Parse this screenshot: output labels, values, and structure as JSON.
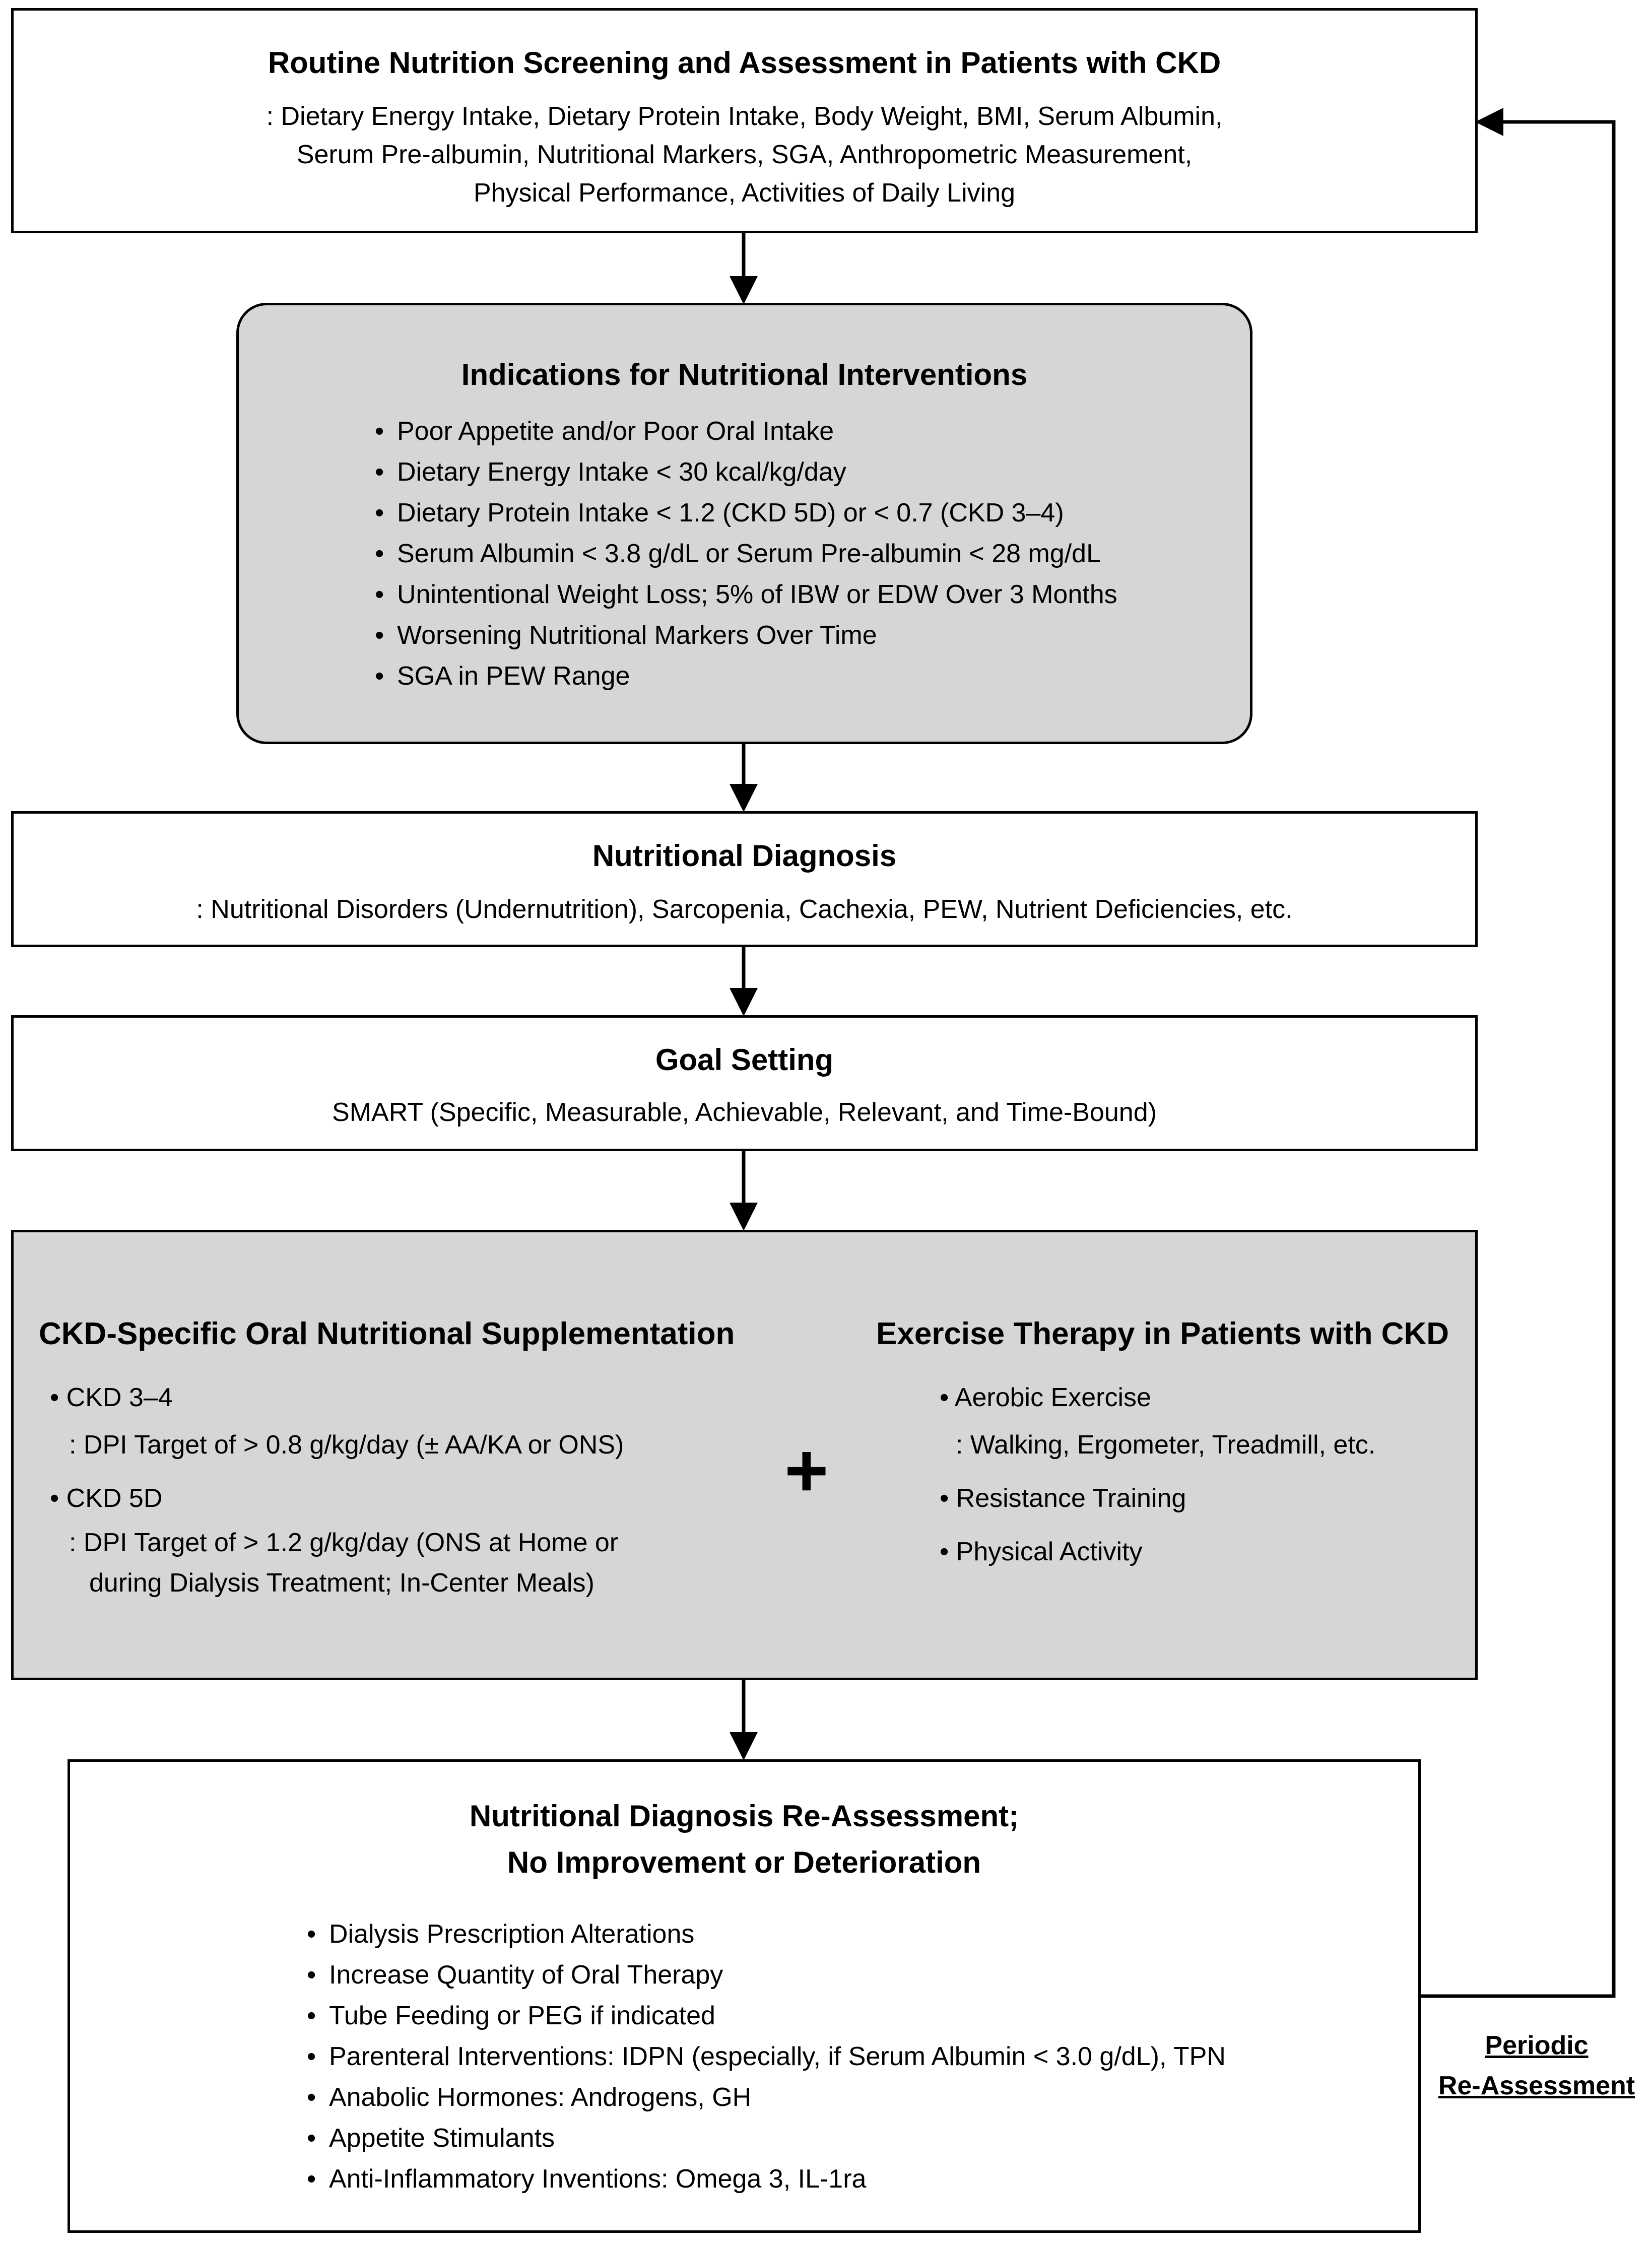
{
  "screening": {
    "title": "Routine Nutrition Screening and Assessment in Patients with CKD",
    "lines": [
      ": Dietary Energy Intake, Dietary Protein Intake, Body Weight, BMI, Serum Albumin,",
      "Serum Pre-albumin, Nutritional Markers, SGA, Anthropometric Measurement,",
      "Physical Performance, Activities of Daily Living"
    ]
  },
  "indications": {
    "title": "Indications for Nutritional Interventions",
    "items": [
      "Poor Appetite and/or Poor Oral Intake",
      "Dietary Energy Intake < 30 kcal/kg/day",
      "Dietary Protein Intake < 1.2 (CKD 5D) or < 0.7 (CKD 3–4)",
      "Serum Albumin < 3.8 g/dL or Serum Pre-albumin < 28 mg/dL",
      "Unintentional Weight Loss; 5% of IBW or EDW Over 3 Months",
      "Worsening Nutritional Markers Over Time",
      "SGA in PEW Range"
    ]
  },
  "diagnosis": {
    "title": "Nutritional Diagnosis",
    "text": ": Nutritional Disorders (Undernutrition), Sarcopenia, Cachexia, PEW, Nutrient Deficiencies, etc."
  },
  "goal": {
    "title": "Goal Setting",
    "text": "SMART (Specific, Measurable, Achievable, Relevant, and Time-Bound)"
  },
  "interventions": {
    "ons": {
      "title": "CKD-Specific Oral Nutritional Supplementation",
      "item1": "CKD 3–4",
      "item1_detail": ": DPI Target of > 0.8 g/kg/day (± AA/KA or ONS)",
      "item2": "CKD 5D",
      "item2_detail_1": ": DPI Target of > 1.2 g/kg/day (ONS at Home or",
      "item2_detail_2": "during Dialysis Treatment; In-Center Meals)"
    },
    "plus": "+",
    "exercise": {
      "title": "Exercise Therapy in Patients with CKD",
      "item1": "Aerobic Exercise",
      "item1_detail": ": Walking, Ergometer, Treadmill, etc.",
      "item2": "Resistance Training",
      "item3": "Physical Activity"
    }
  },
  "reassessment": {
    "title_line1": "Nutritional Diagnosis Re-Assessment;",
    "title_line2": "No Improvement or Deterioration",
    "items": [
      "Dialysis Prescription Alterations",
      "Increase Quantity of Oral Therapy",
      "Tube Feeding or PEG if indicated",
      "Parenteral Interventions: IDPN (especially, if Serum Albumin < 3.0 g/dL), TPN",
      "Anabolic Hormones: Androgens, GH",
      "Appetite Stimulants",
      "Anti-Inflammatory Inventions: Omega 3, IL-1ra"
    ]
  },
  "feedback": {
    "line1": "Periodic",
    "line2": "Re-Assessment"
  }
}
